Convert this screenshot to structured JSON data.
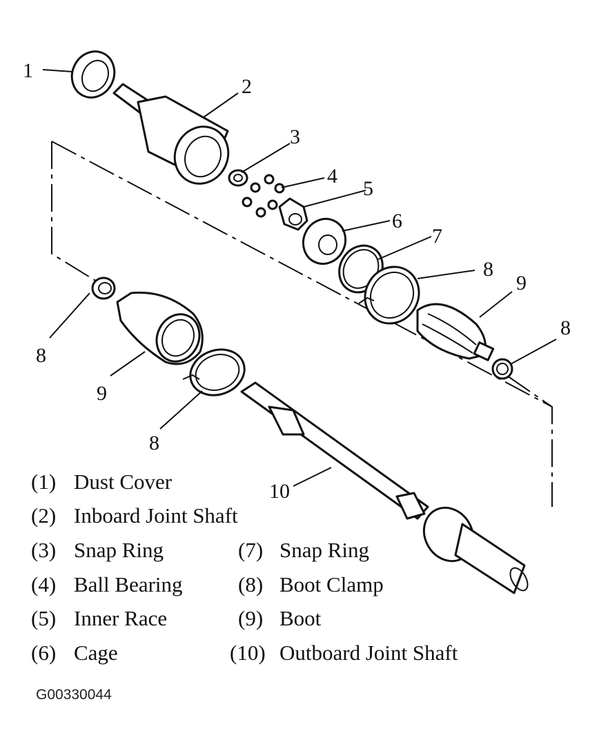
{
  "callouts": {
    "c1": "1",
    "c2": "2",
    "c3": "3",
    "c4": "4",
    "c5": "5",
    "c6": "6",
    "c7": "7",
    "c8a": "8",
    "c9a": "9",
    "c8b": "8",
    "c8c": "8",
    "c9b": "9",
    "c8d": "8",
    "c10": "10"
  },
  "legend": [
    {
      "num": "(1)",
      "label": "Dust Cover"
    },
    {
      "num": "(2)",
      "label": "Inboard Joint Shaft"
    },
    {
      "num": "(3)",
      "label": "Snap Ring"
    },
    {
      "num": "(4)",
      "label": "Ball Bearing"
    },
    {
      "num": "(5)",
      "label": "Inner Race"
    },
    {
      "num": "(6)",
      "label": "Cage"
    },
    {
      "num": "(7)",
      "label": "Snap Ring"
    },
    {
      "num": "(8)",
      "label": "Boot Clamp"
    },
    {
      "num": "(9)",
      "label": "Boot"
    },
    {
      "num": "(10)",
      "label": "Outboard Joint Shaft"
    }
  ],
  "figure_id": "G00330044"
}
